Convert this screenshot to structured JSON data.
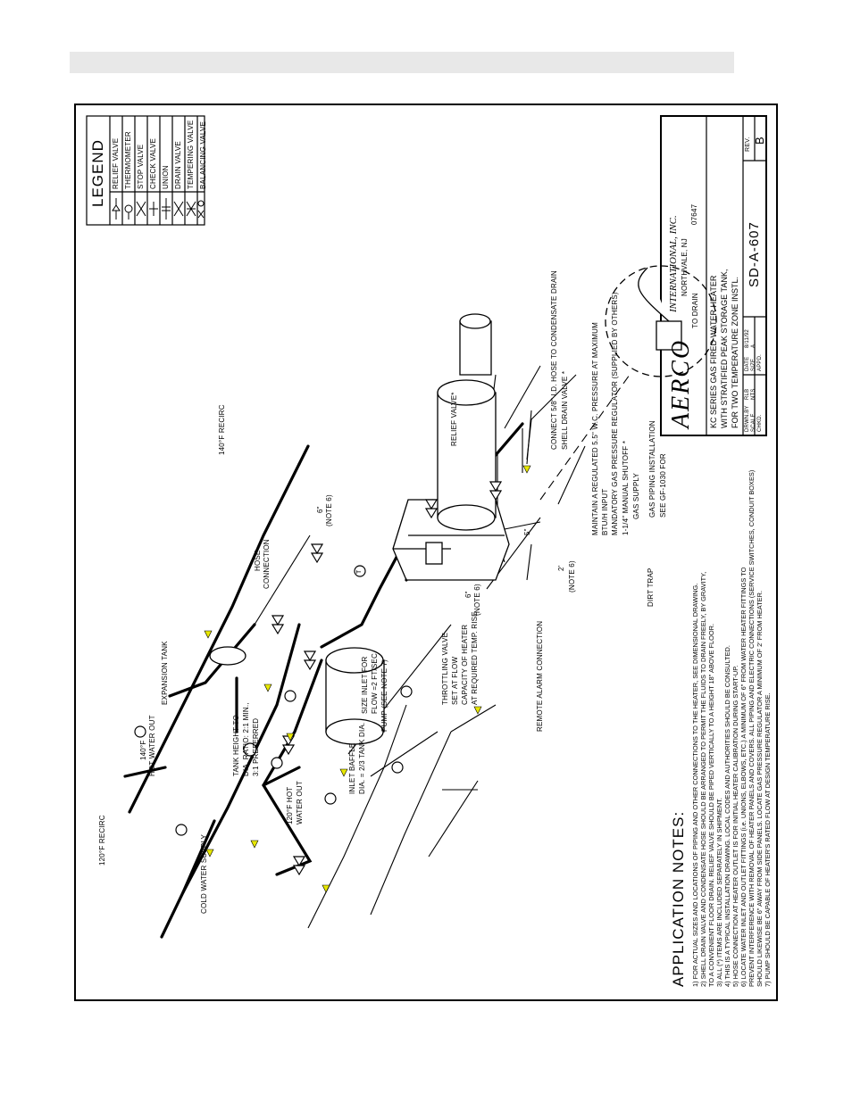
{
  "legend": {
    "title": "LEGEND",
    "items": [
      {
        "label": "RELIEF VALVE",
        "icon": "relief-valve-symbol"
      },
      {
        "label": "THERMOMETER",
        "icon": "thermometer-symbol"
      },
      {
        "label": "STOP VALVE",
        "icon": "stop-valve-symbol"
      },
      {
        "label": "CHECK VALVE",
        "icon": "check-valve-symbol"
      },
      {
        "label": "UNION",
        "icon": "union-symbol"
      },
      {
        "label": "DRAIN VALVE",
        "icon": "drain-valve-symbol"
      },
      {
        "label": "TEMPERING VALVE",
        "icon": "tempering-valve-symbol"
      },
      {
        "label": "BALANCING VALVE",
        "icon": "balancing-valve-symbol"
      }
    ]
  },
  "title_block": {
    "company": "AERCO",
    "company_suffix": "INTERNATIONAL, INC.",
    "address": "NORTHVALE, NJ",
    "zip": "07647",
    "description_lines": [
      "KC SERIES GAS FIRED WATER HEATER",
      "WITH STRATIFIED PEAK STORAGE TANK,",
      "FOR TWO TEMPERATURE ZONE INSTL."
    ],
    "drwn_label": "DRWN.BY",
    "drwn_value": "RLB",
    "scale_label": "SCALE",
    "scale_value": "NTS",
    "chkd_label": "CHKD.",
    "date_label": "DATE",
    "date_value": "8/11/92",
    "size_label": "SIZE",
    "size_value": "A",
    "appd_label": "APPD.",
    "drawing_number": "SD-A-607",
    "rev_label": "REV.",
    "rev_value": "B"
  },
  "callouts": {
    "relief_valve": "RELIEF VALVE*",
    "condensate": "CONNECT 5/8\" I.D. HOSE TO CONDENSATE DRAIN",
    "shell_drain": "SHELL DRAIN VALVE *",
    "gas_pressure_1": "MAINTAIN A REGULATED 5.5\" W.C. PRESSURE AT MAXIMUM",
    "gas_pressure_2": "BTU/H INPUT",
    "regulator": "MANDATORY GAS PRESSURE REGULATOR (SUPPLIED BY OTHERS)",
    "manual_shutoff": "1-1/4\" MANUAL SHUTOFF *",
    "gas_supply": "GAS SUPPLY",
    "gas_piping_1": "SEE GF-1030 FOR",
    "gas_piping_2": "GAS PIPING INSTALLATION",
    "dirt_trap": "DIRT TRAP",
    "to_drain": "TO DRAIN",
    "recirc_140": "140°F RECIRC",
    "note6_a": "6\"",
    "note6_a_ref": "(NOTE 6)",
    "hose_connection_1": "HOSE",
    "hose_connection_2": "CONNECTION",
    "size_inlet_1": "SIZE INLET FOR",
    "size_inlet_2": "FLOW =2 FT/SEC",
    "pump": "PUMP (SEE NOTE 7)",
    "note6_b": "6\"",
    "note6_b_ref": "(NOTE 6)",
    "dim_5": "5\"",
    "dim_2ft": "2'",
    "note6_c_ref": "(NOTE 6)",
    "remote_alarm": "REMOTE ALARM CONNECTION",
    "expansion_tank": "EXPANSION TANK",
    "hot_water_140_1": "140°F",
    "hot_water_140_2": "HOT WATER OUT",
    "tank_height_1": "TANK HEIGHT TO",
    "tank_height_2": "DIA. RATIO: 2:1 MIN.,",
    "tank_height_3": "3:1 PREFERRED",
    "inlet_baffle_1": "INLET BAFFLE",
    "inlet_baffle_2": "DIA. = 2/3 TANK DIA.",
    "throttling_1": "THROTTLING VALVE",
    "throttling_2": "SET AT FLOW",
    "throttling_3": "CAPACITY OF HEATER",
    "throttling_4": "AT REQUIRED TEMP. RISE",
    "recirc_120": "120°F RECIRC",
    "hot_water_120_1": "120°F HOT",
    "hot_water_120_2": "WATER OUT",
    "cold_water": "COLD WATER SUPPLY",
    "thermo_symbol": "T"
  },
  "notes": {
    "title": "APPLICATION NOTES:",
    "lines": [
      "1)  FOR ACTUAL SIZES AND LOCATIONS OF PIPING AND OTHER CONNECTIONS TO THE HEATER, SEE DIMENSIONAL DRAWING.",
      "2)  SHELL DRAIN VALVE AND CONDENSATE HOSE SHOULD BE ARRANGED TO PERMIT THE FLUIDS TO DRAIN FREELY, BY GRAVITY,",
      "      TO A CONVENIENT FLOOR DRAIN.  RELIEF VALVE SHOULD BE PIPED VERTICALLY TO A HEIGHT 18\" ABOVE FLOOR.",
      "3)  ALL (*) ITEMS ARE INCLUDED SEPARATELY IN SHIPMENT.",
      "4)  THIS IS A TYPICAL INSTALLATION DRAWING.  LOCAL CODES AND AUTHORITIES SHOULD BE CONSULTED.",
      "5)  HOSE CONNECTION AT HEATER OUTLET IS FOR INITIAL HEATER CALIBRATION DURING START-UP.",
      "6)  LOCATE WATER INLET AND OUTLET FITTINGS (i.e. UNIONS, ELBOWS, ETC.) A MINIMUM OF 6\" FROM WATER HEATER FITTINGS TO",
      "      PREVENT INTERFERENCE WITH REMOVAL OF HEATER PANELS AND COVERS.  ALL PIPING AND ELECTRIC CONNECTIONS (SERVICE SWITCHES, CONDUIT BOXES)",
      "      SHOULD LIKEWISE BE 6\" AWAY FROM SIDE PANELS.  LOCATE GAS PRESSURE REGULATOR A MINIMUM OF 2' FROM HEATER.",
      "7)  PUMP SHOULD BE CAPABLE OF HEATER'S RATED FLOW AT DESIGN TEMPERATURE RISE."
    ]
  },
  "colors": {
    "ink": "#000000",
    "flow_arrow": "#e8e800",
    "topbar": "#e8e8e8"
  }
}
